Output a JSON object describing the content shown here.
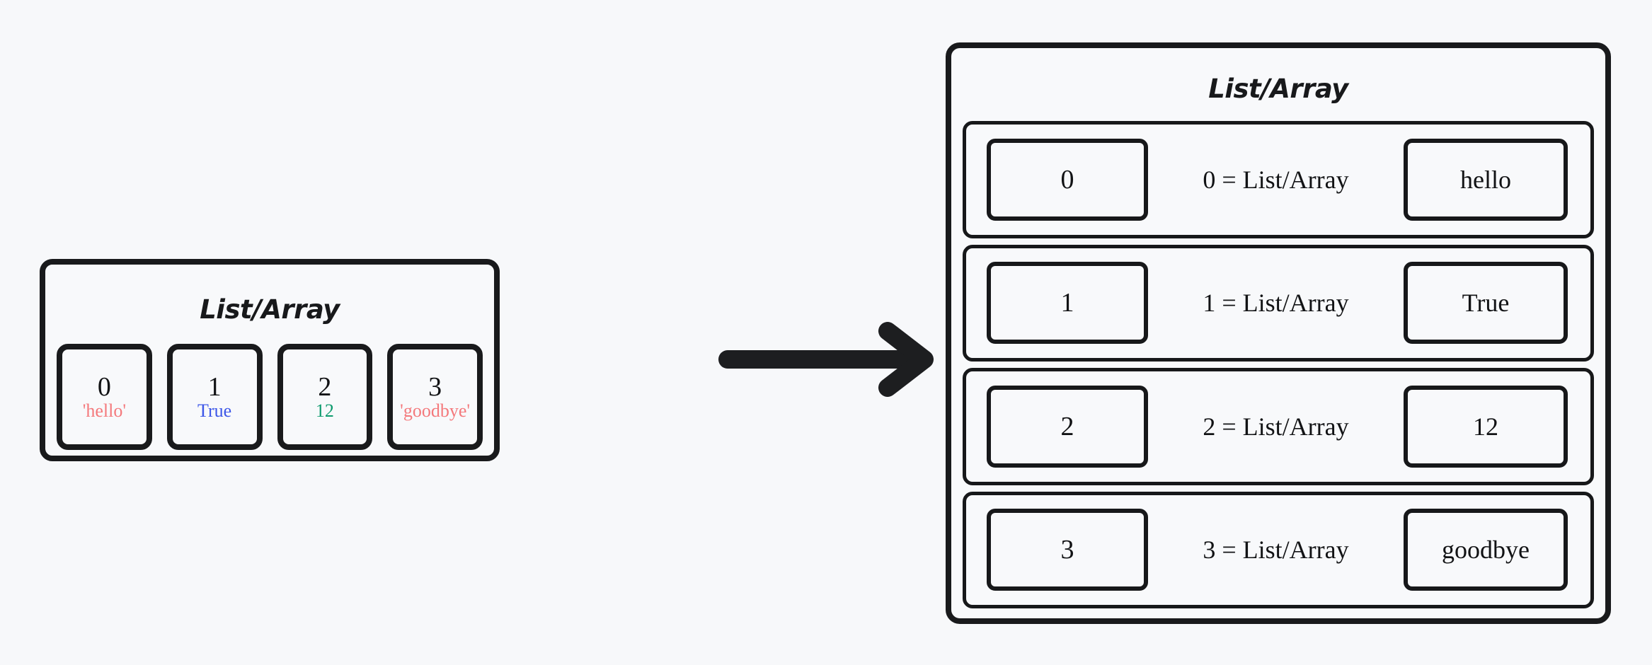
{
  "canvas": {
    "background_color": "#f7f8fa",
    "stroke_color": "#191a1c"
  },
  "left_panel": {
    "title": "List/Array",
    "cells": [
      {
        "index": "0",
        "value": "'hello'",
        "value_color": "#f4797c"
      },
      {
        "index": "1",
        "value": "True",
        "value_color": "#3d57e8"
      },
      {
        "index": "2",
        "value": "12",
        "value_color": "#0e9b6e"
      },
      {
        "index": "3",
        "value": "'goodbye'",
        "value_color": "#f4797c"
      }
    ]
  },
  "arrow": {
    "icon": "arrow-right-icon",
    "color": "#1d1e20",
    "direction": "right"
  },
  "right_panel": {
    "title": "List/Array",
    "rows": [
      {
        "index": "0",
        "label": "0 = List/Array",
        "value": "hello"
      },
      {
        "index": "1",
        "label": "1 = List/Array",
        "value": "True"
      },
      {
        "index": "2",
        "label": "2 = List/Array",
        "value": "12"
      },
      {
        "index": "3",
        "label": "3 = List/Array",
        "value": "goodbye"
      }
    ]
  }
}
